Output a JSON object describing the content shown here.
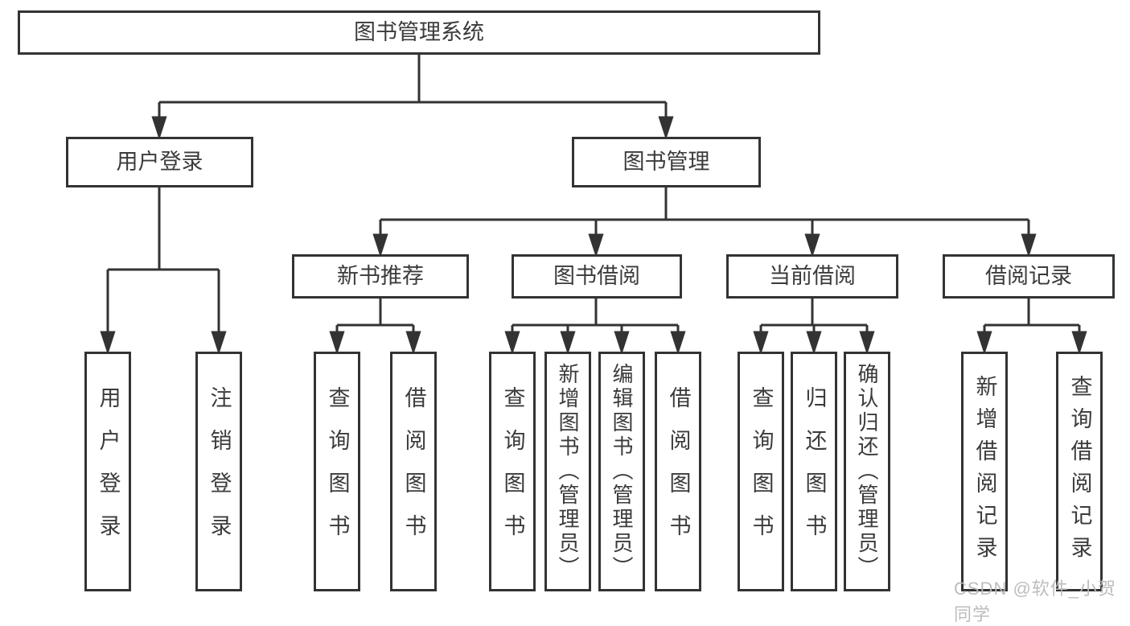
{
  "diagram": {
    "title": "图书管理系统",
    "colors": {
      "line": "#333333",
      "text": "#3b3b3b",
      "box_background": "#ffffff",
      "watermark": "#b9b9b9"
    },
    "nodes": {
      "root": "图书管理系统",
      "user_login": "用户登录",
      "book_mgmt": "图书管理",
      "new_book_rec": "新书推荐",
      "book_borrow": "图书借阅",
      "current_borrow": "当前借阅",
      "borrow_records": "借阅记录",
      "ul_user_login": "用户登录",
      "ul_logout": "注销登录",
      "nb_query_book": "查询图书",
      "nb_borrow_book": "借阅图书",
      "bb_query_book": "查询图书",
      "bb_add_book": "新增图书（管理员）",
      "bb_edit_book": "编辑图书（管理员）",
      "bb_borrow_book": "借阅图书",
      "cb_query_book": "查询图书",
      "cb_return_book": "归还图书",
      "cb_confirm_return": "确认归还（管理员）",
      "br_add_record": "新增借阅记录",
      "br_query_record": "查询借阅记录"
    },
    "watermark": "CSDN @软件_小贺同学"
  }
}
